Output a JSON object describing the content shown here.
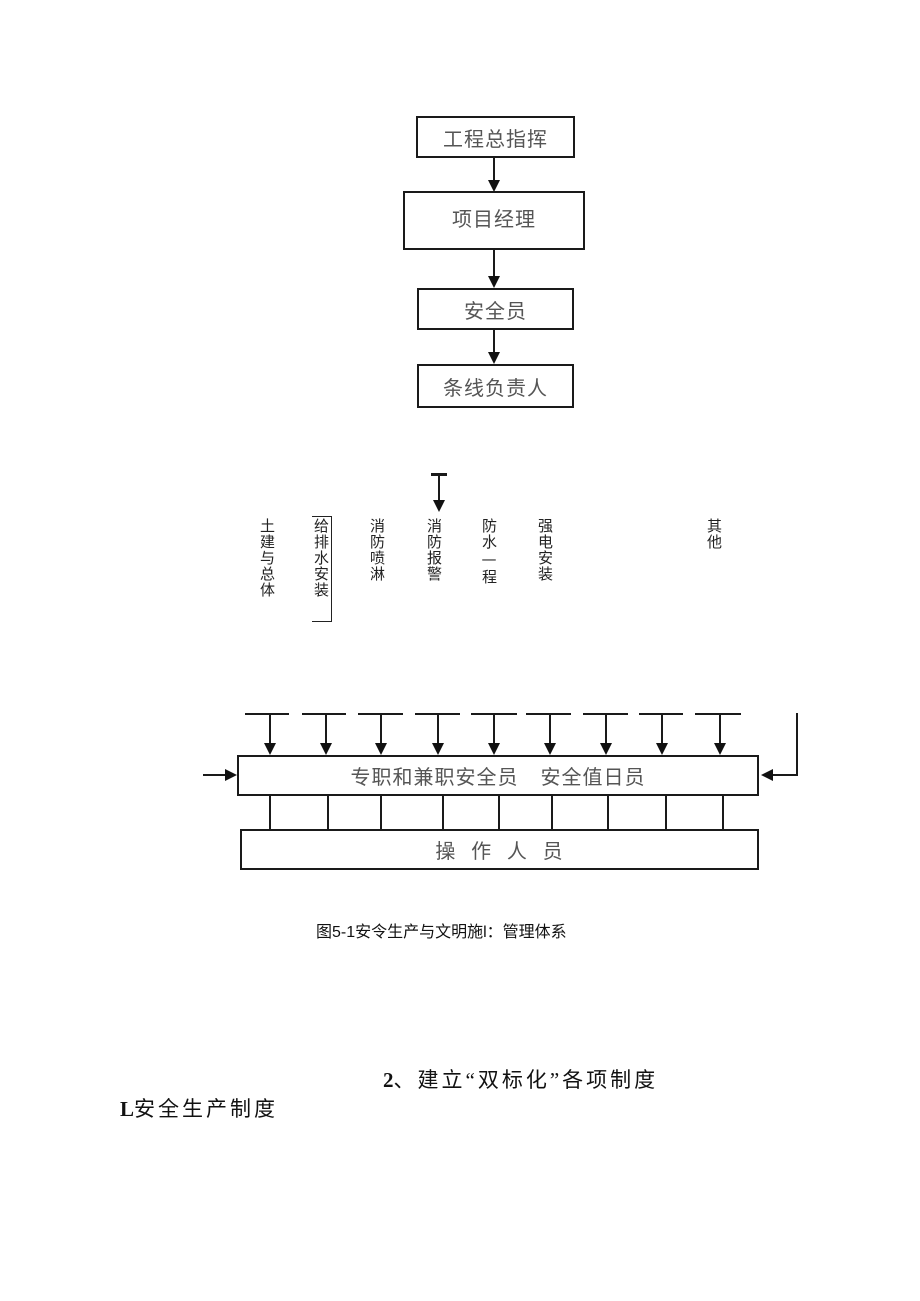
{
  "diagram": {
    "top_chain": [
      {
        "label": "工程总指挥"
      },
      {
        "label": "项目经理"
      },
      {
        "label": "安全员"
      },
      {
        "label": "条线负责人"
      }
    ],
    "branches": [
      {
        "label": "土建与总体"
      },
      {
        "label": "给排水安装"
      },
      {
        "label": "消防喷淋"
      },
      {
        "label": "消防报警"
      },
      {
        "label": "防水—程"
      },
      {
        "label": "强电安装"
      },
      {
        "label": "其他"
      }
    ],
    "safety_staff_box": {
      "label": "专职和兼职安全员   安全值日员"
    },
    "operators_box": {
      "label": "操  作  人  员"
    },
    "caption": "图5-1安令生产与文明施l：管理体系"
  },
  "section": {
    "heading_number": "2",
    "heading_text": "、建立“双标化”各项制度",
    "subheading_number": "L",
    "subheading_text": "安全生产制度"
  }
}
